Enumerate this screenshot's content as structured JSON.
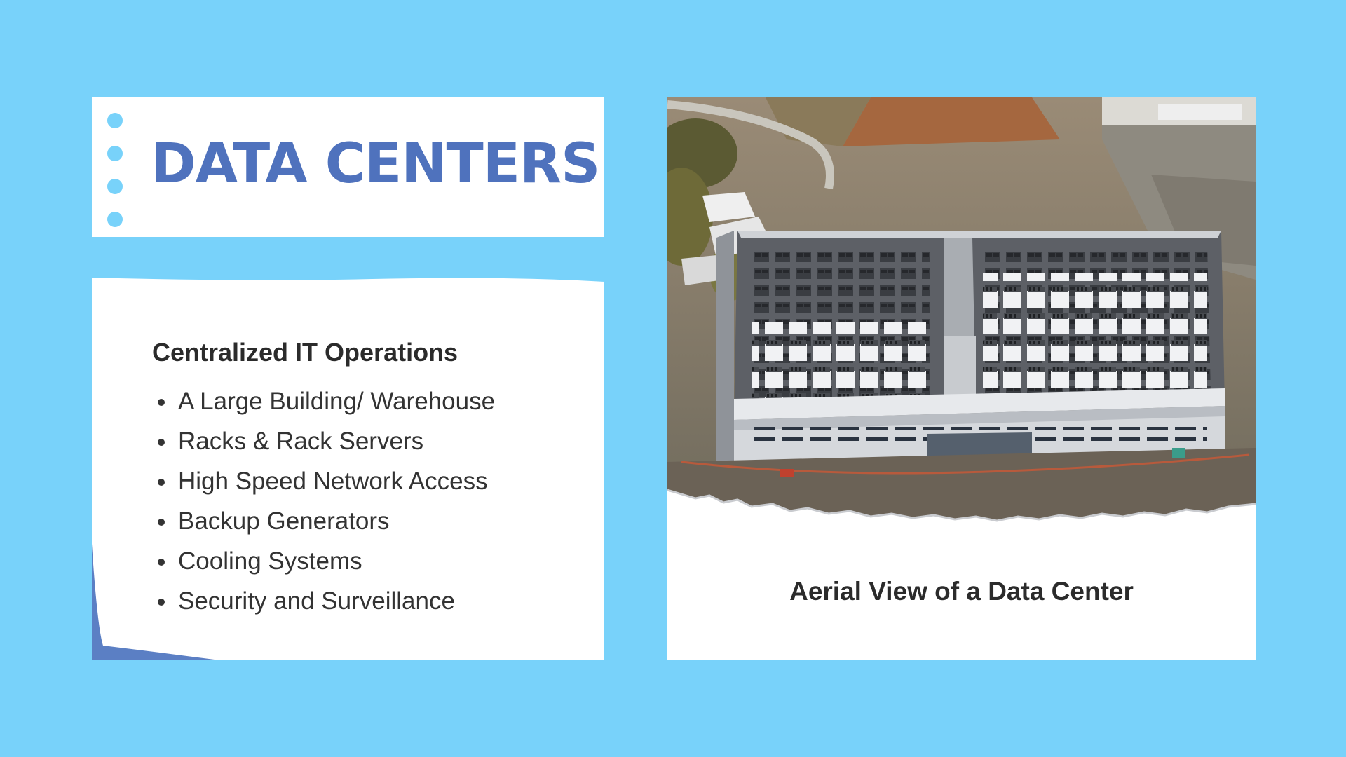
{
  "title_card": {
    "title": "DATA CENTERS"
  },
  "bullet_card": {
    "heading": "Centralized IT Operations",
    "items": [
      "A Large Building/ Warehouse",
      "Racks & Rack Servers",
      "High Speed Network Access",
      "Backup Generators",
      "Cooling Systems",
      "Security and Surveillance"
    ]
  },
  "photo_card": {
    "caption": "Aerial View of a Data Center"
  },
  "colors": {
    "background": "#78d2fa",
    "title": "#4f72bd",
    "accent_corner": "#5b7fc4",
    "card": "#ffffff",
    "text": "#2b2b2b"
  }
}
